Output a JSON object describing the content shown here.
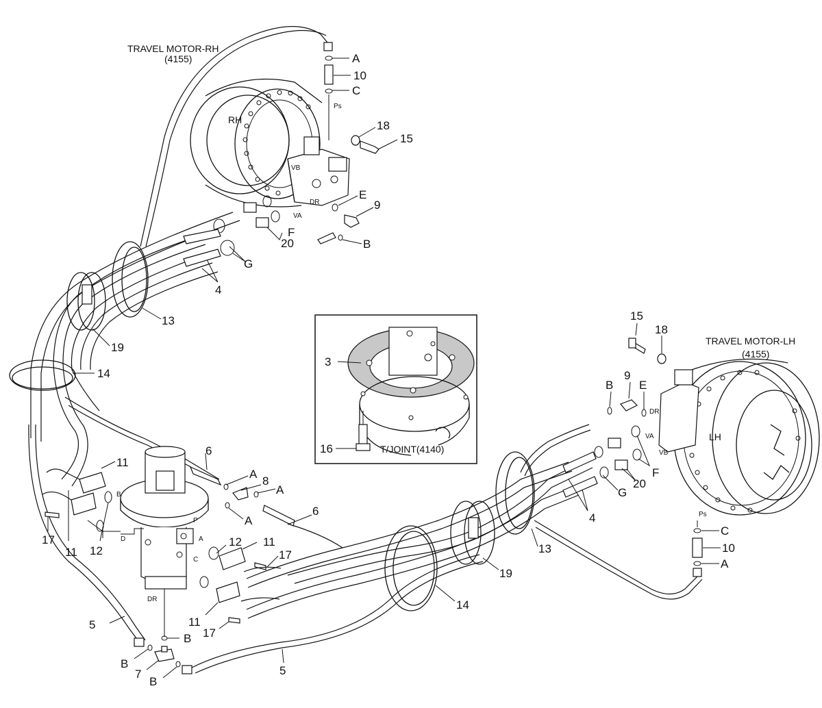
{
  "titles": {
    "rh_motor": "TRAVEL MOTOR-RH",
    "rh_code": "(4155)",
    "lh_motor": "TRAVEL MOTOR-LH",
    "lh_code": "(4155)",
    "tjoint": "T/JOINT(4140)"
  },
  "motor_marks": {
    "rh": "RH",
    "lh": "LH",
    "ps_rh": "Ps",
    "ps_lh": "Ps",
    "vb_rh": "VB",
    "va_rh": "VA",
    "dr_rh": "DR",
    "va_lh": "VA",
    "vb_lh": "VB",
    "dr_lh": "DR"
  },
  "joint_marks": {
    "dr": "DR",
    "p": "P",
    "d": "D",
    "a": "A",
    "c": "C",
    "b": "B"
  },
  "callouts": {
    "rh_A": "A",
    "rh_10": "10",
    "rh_C": "C",
    "rh_18": "18",
    "rh_15": "15",
    "rh_E": "E",
    "rh_9": "9",
    "rh_F": "F",
    "rh_20": "20",
    "rh_B": "B",
    "rh_G": "G",
    "rh_4": "4",
    "c13_top": "13",
    "c19_top": "19",
    "c14_left": "14",
    "inset_3": "3",
    "inset_16": "16",
    "lh_15": "15",
    "lh_18": "18",
    "lh_B": "B",
    "lh_9": "9",
    "lh_E": "E",
    "lh_F": "F",
    "lh_G": "G",
    "lh_20": "20",
    "lh_4": "4",
    "lh_C": "C",
    "lh_10": "10",
    "lh_A": "A",
    "c13_right": "13",
    "c19_right": "19",
    "c14_mid": "14",
    "j_6a": "6",
    "j_A1": "A",
    "j_8": "8",
    "j_A2": "A",
    "j_A3": "A",
    "j_6b": "6",
    "j_11a": "11",
    "j_12a": "12",
    "j_11b": "11",
    "j_17a": "17",
    "j_12b": "12",
    "j_11c": "11",
    "j_17b": "17",
    "j_11d": "11",
    "j_17c": "17",
    "j_B": "B",
    "b_5a": "5",
    "b_B1": "B",
    "b_7": "7",
    "b_B2": "B",
    "b_5b": "5"
  }
}
